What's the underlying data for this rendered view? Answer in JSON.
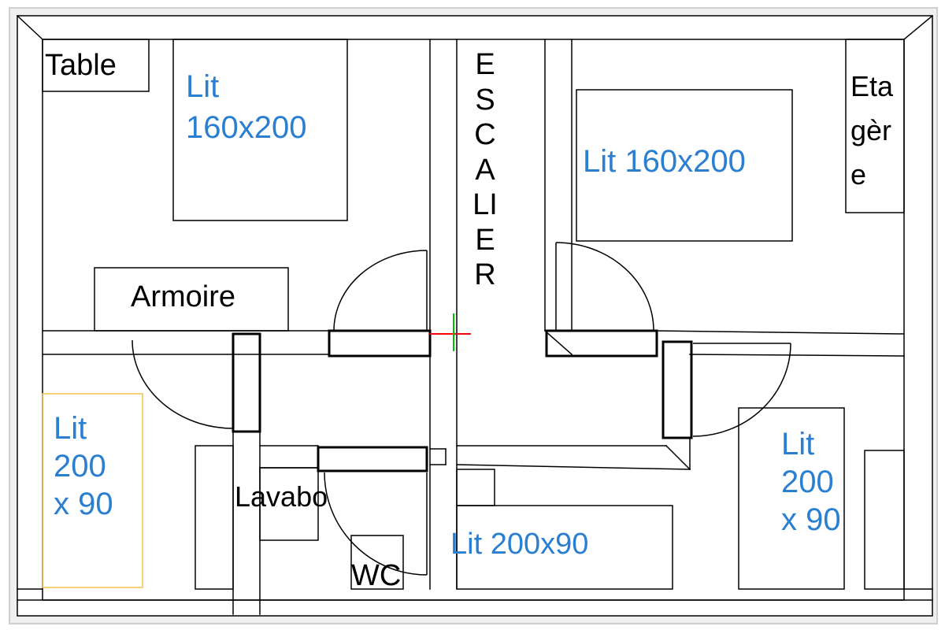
{
  "plan": {
    "stairs": "ESCALIER",
    "furniture": {
      "table": "Table",
      "bed_top_left": "Lit 160x200",
      "wardrobe": "Armoire",
      "bed_left": "Lit 200 x 90",
      "washbasin": "Lavabo",
      "wc": "WC",
      "bed_top_right": "Lit 160x200",
      "shelf": "Etagère",
      "bed_bottom_middle": "Lit 200x90",
      "bed_right": "Lit 200 x 90"
    }
  },
  "colors": {
    "label_blue": "#2a7fd0",
    "label_black": "#000000",
    "wall": "#000000",
    "highlight_bed": "#f2c24a",
    "axis_red": "#ff0000",
    "axis_green": "#00c000"
  }
}
